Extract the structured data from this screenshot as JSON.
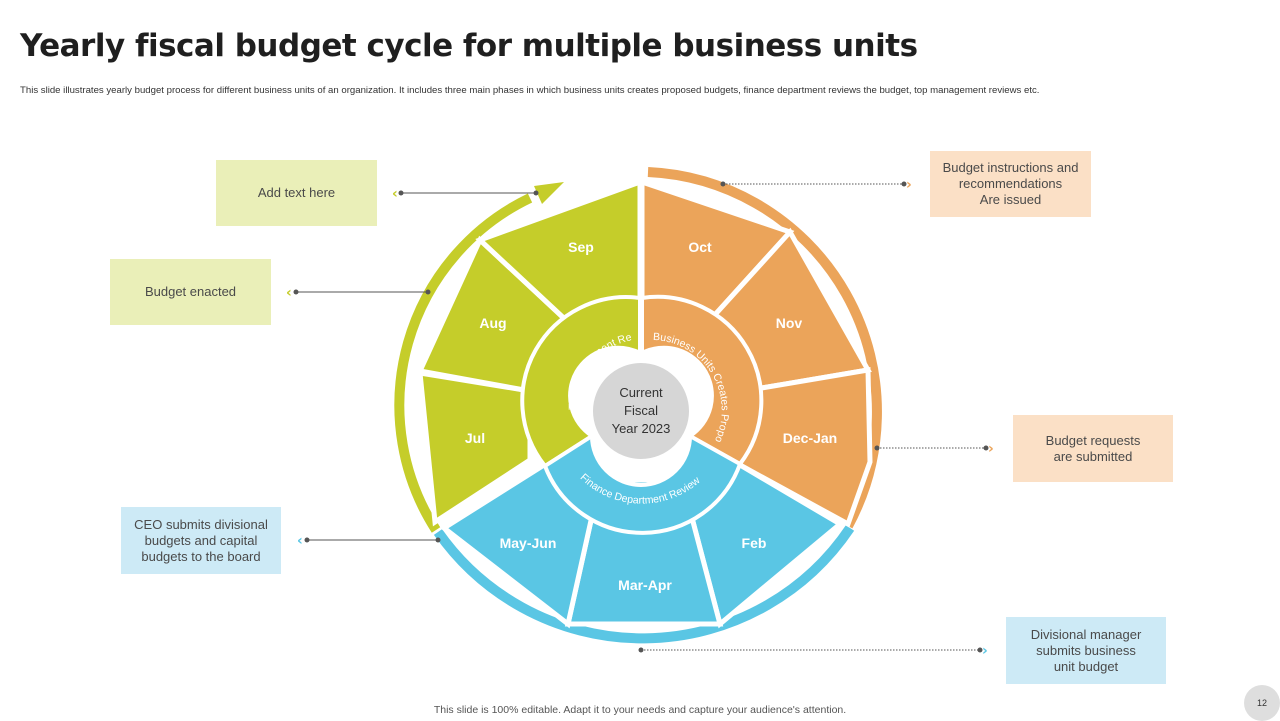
{
  "title": "Yearly fiscal budget cycle for multiple business units",
  "subtitle": "This slide illustrates yearly budget process for different business units of an organization. It includes three main  phases in  which business units creates proposed budgets, finance department reviews the budget, top management  reviews etc.",
  "center": {
    "line1": "Current",
    "line2": "Fiscal",
    "line3": "Year 2023"
  },
  "colors": {
    "green": "#c5cd2a",
    "orange": "#eba45a",
    "blue": "#5ac6e4",
    "center": "#d6d6d6"
  },
  "phases": [
    {
      "name": "phase-top-management",
      "label": "Top Management Reviews",
      "color": "#c5cd2a"
    },
    {
      "name": "phase-business-units",
      "label": "Business Units Creates Proposed Budgets",
      "color": "#eba45a"
    },
    {
      "name": "phase-finance",
      "label": "Finance Department Reviews",
      "color": "#5ac6e4"
    }
  ],
  "months": {
    "sep": "Sep",
    "oct": "Oct",
    "nov": "Nov",
    "dec_jan": "Dec-Jan",
    "feb": "Feb",
    "mar_apr": "Mar-Apr",
    "may_jun": "May-Jun",
    "jul": "Jul",
    "aug": "Aug"
  },
  "callouts": {
    "add_text": "Add text here",
    "budget_enacted": "Budget enacted",
    "ceo_submits": "CEO submits divisional\nbudgets and capital\nbudgets to the board",
    "instructions": "Budget instructions and\nrecommendations\nAre issued",
    "requests": "Budget requests\nare submitted",
    "divisional_manager": "Divisional  manager\nsubmits business\nunit budget"
  },
  "footer": "This slide is 100% editable.  Adapt it to your needs and capture your audience's attention.",
  "page_number": "12"
}
